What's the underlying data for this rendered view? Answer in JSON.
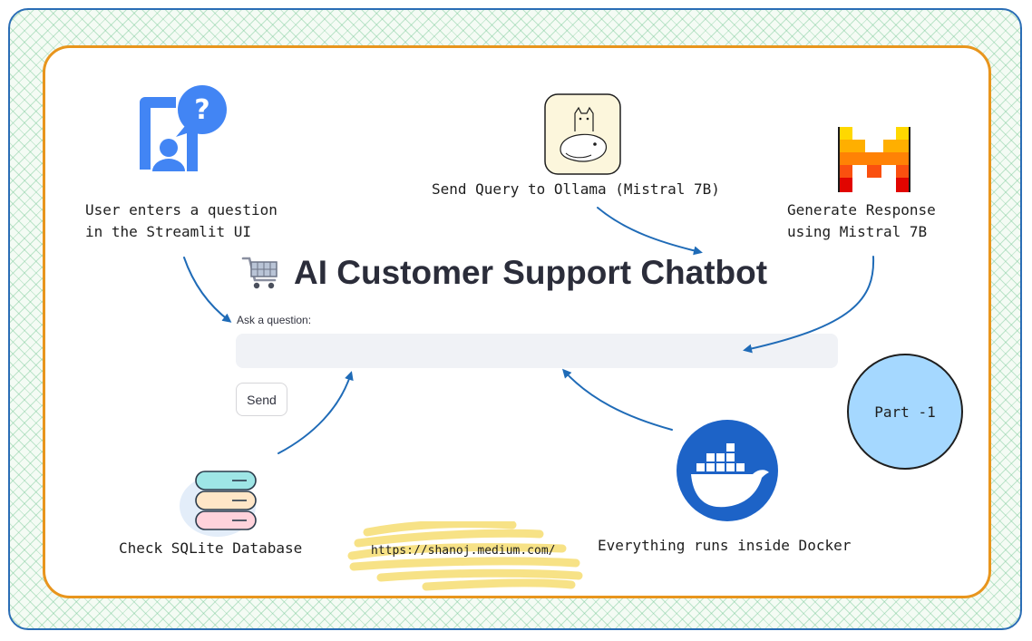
{
  "title": "AI Customer Support Chatbot",
  "input": {
    "label": "Ask a question:",
    "value": ""
  },
  "send_label": "Send",
  "steps": {
    "user": "User enters a question\nin the Streamlit UI",
    "ollama": "Send Query to Ollama (Mistral 7B)",
    "mistral": "Generate Response\nusing Mistral 7B",
    "sqlite": "Check SQLite Database",
    "docker": "Everything runs inside Docker"
  },
  "part_label": "Part -1",
  "url": "https://shanoj.medium.com/",
  "icons": {
    "user": "user-question-icon",
    "ollama": "ollama-llama-icon",
    "mistral": "mistral-logo-icon",
    "sqlite": "database-icon",
    "docker": "docker-whale-icon",
    "cart": "shopping-cart-icon"
  },
  "colors": {
    "frame_border": "#2a6db5",
    "panel_border": "#e8951d",
    "arrow": "#1f6bb7",
    "part_fill": "#a5d8ff",
    "highlight": "#f7df7a",
    "docker_blue": "#1d63c7"
  }
}
